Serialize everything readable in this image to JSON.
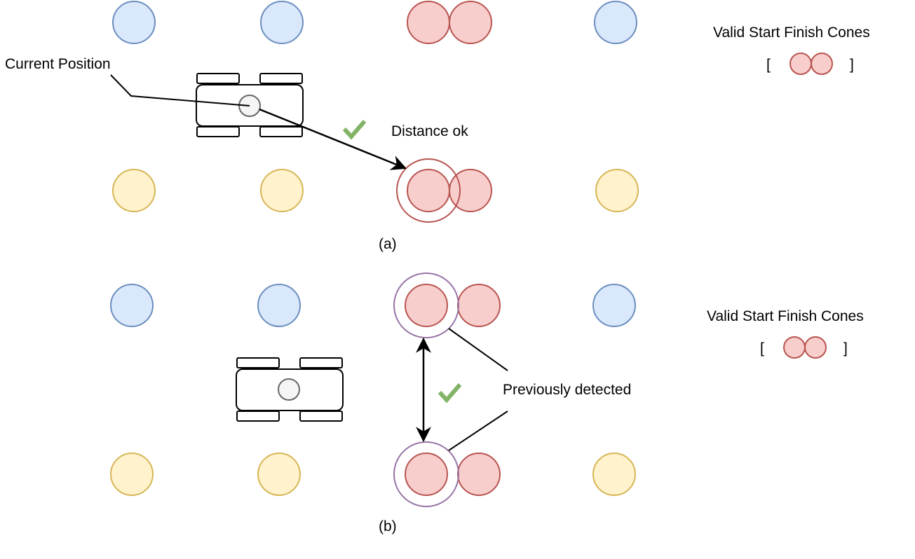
{
  "colors": {
    "blue_fill": "#dae8fc",
    "blue_stroke": "#6c8ebf",
    "yellow_fill": "#fff2cc",
    "yellow_stroke": "#d6b656",
    "red_fill": "#f8cecc",
    "red_stroke": "#b85450",
    "purple_stroke": "#9673a6",
    "check": "#82b366",
    "car_dot_fill": "#f5f5f5",
    "car_dot_stroke": "#666666"
  },
  "panel_a": {
    "label": "(a)",
    "legend_title": "Valid Start Finish Cones",
    "legend_open": "[",
    "legend_close": "]",
    "current_position_label": "Current Position",
    "distance_label": "Distance ok",
    "check_icon": "checkmark-icon"
  },
  "panel_b": {
    "label": "(b)",
    "legend_title": "Valid Start Finish Cones",
    "legend_open": "[",
    "legend_close": "]",
    "previously_detected_label": "Previously detected",
    "check_icon": "checkmark-icon"
  }
}
